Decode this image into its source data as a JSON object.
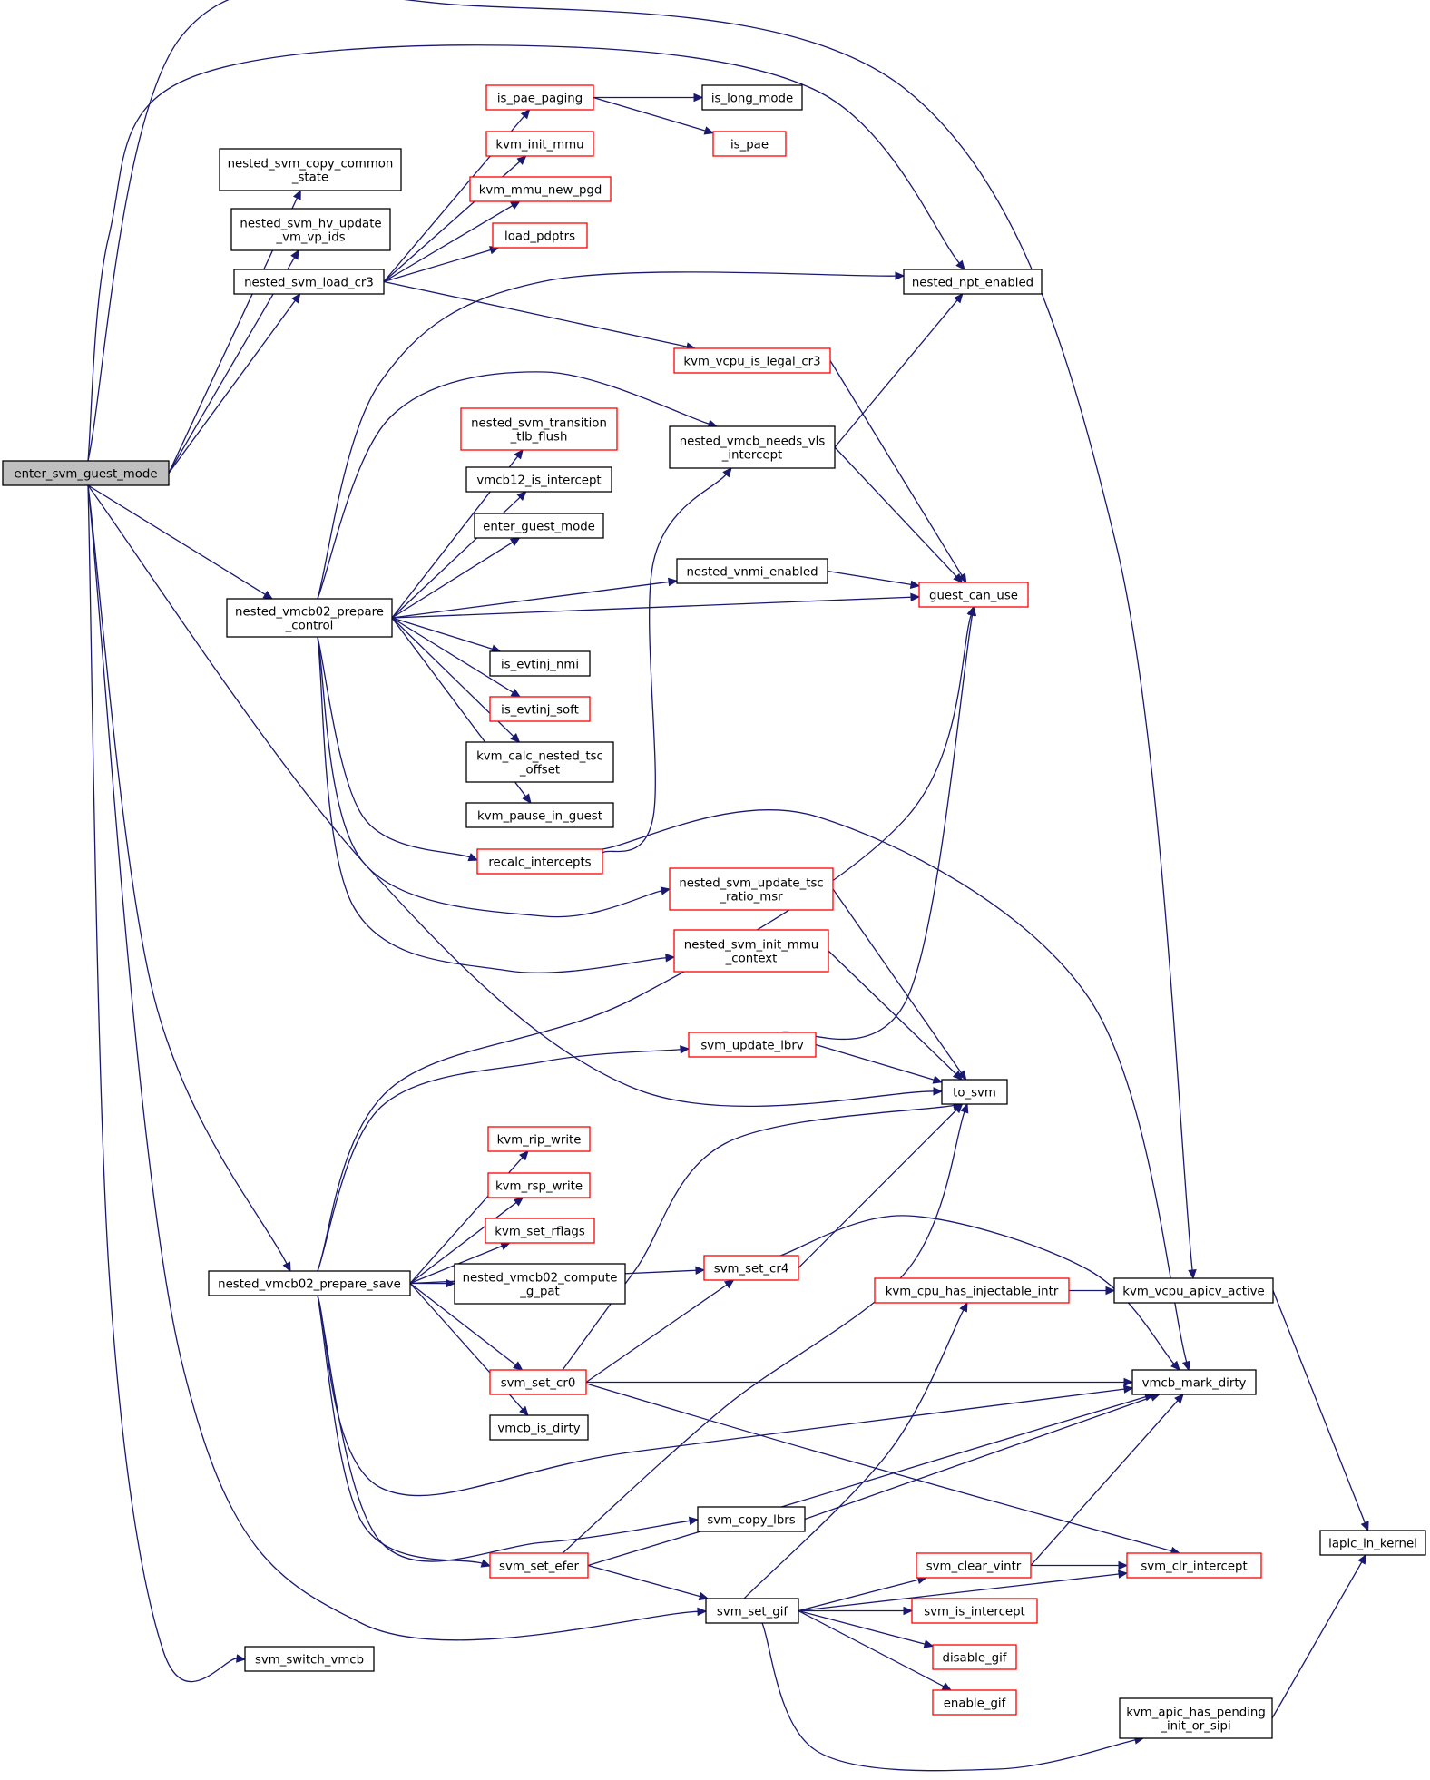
{
  "colors": {
    "edge": "#191970",
    "border_normal": "#000000",
    "border_truncated": "#ff0000",
    "root_fill": "#bfbfbf",
    "node_fill": "#ffffff"
  },
  "nodes": [
    {
      "id": "enter_svm_guest_mode",
      "lines": [
        "enter_svm_guest_mode"
      ],
      "kind": "root"
    },
    {
      "id": "nested_svm_copy_common_state",
      "lines": [
        "nested_svm_copy_common",
        "_state"
      ],
      "kind": "normal"
    },
    {
      "id": "nested_svm_hv_update_vm_vp_ids",
      "lines": [
        "nested_svm_hv_update",
        "_vm_vp_ids"
      ],
      "kind": "normal"
    },
    {
      "id": "nested_svm_load_cr3",
      "lines": [
        "nested_svm_load_cr3"
      ],
      "kind": "normal"
    },
    {
      "id": "nested_vmcb02_prepare_control",
      "lines": [
        "nested_vmcb02_prepare",
        "_control"
      ],
      "kind": "normal"
    },
    {
      "id": "nested_vmcb02_prepare_save",
      "lines": [
        "nested_vmcb02_prepare_save"
      ],
      "kind": "normal"
    },
    {
      "id": "svm_switch_vmcb",
      "lines": [
        "svm_switch_vmcb"
      ],
      "kind": "normal"
    },
    {
      "id": "is_pae_paging",
      "lines": [
        "is_pae_paging"
      ],
      "kind": "truncated"
    },
    {
      "id": "kvm_init_mmu",
      "lines": [
        "kvm_init_mmu"
      ],
      "kind": "truncated"
    },
    {
      "id": "kvm_mmu_new_pgd",
      "lines": [
        "kvm_mmu_new_pgd"
      ],
      "kind": "truncated"
    },
    {
      "id": "load_pdptrs",
      "lines": [
        "load_pdptrs"
      ],
      "kind": "truncated"
    },
    {
      "id": "is_long_mode",
      "lines": [
        "is_long_mode"
      ],
      "kind": "normal"
    },
    {
      "id": "is_pae",
      "lines": [
        "is_pae"
      ],
      "kind": "truncated"
    },
    {
      "id": "nested_npt_enabled",
      "lines": [
        "nested_npt_enabled"
      ],
      "kind": "normal"
    },
    {
      "id": "kvm_vcpu_is_legal_cr3",
      "lines": [
        "kvm_vcpu_is_legal_cr3"
      ],
      "kind": "truncated"
    },
    {
      "id": "nested_svm_transition_tlb_flush",
      "lines": [
        "nested_svm_transition",
        "_tlb_flush"
      ],
      "kind": "truncated"
    },
    {
      "id": "nested_vmcb_needs_vls_intercept",
      "lines": [
        "nested_vmcb_needs_vls",
        "_intercept"
      ],
      "kind": "normal"
    },
    {
      "id": "vmcb12_is_intercept",
      "lines": [
        "vmcb12_is_intercept"
      ],
      "kind": "normal"
    },
    {
      "id": "enter_guest_mode",
      "lines": [
        "enter_guest_mode"
      ],
      "kind": "normal"
    },
    {
      "id": "nested_vnmi_enabled",
      "lines": [
        "nested_vnmi_enabled"
      ],
      "kind": "normal"
    },
    {
      "id": "guest_can_use",
      "lines": [
        "guest_can_use"
      ],
      "kind": "truncated"
    },
    {
      "id": "is_evtinj_nmi",
      "lines": [
        "is_evtinj_nmi"
      ],
      "kind": "normal"
    },
    {
      "id": "is_evtinj_soft",
      "lines": [
        "is_evtinj_soft"
      ],
      "kind": "truncated"
    },
    {
      "id": "kvm_calc_nested_tsc_offset",
      "lines": [
        "kvm_calc_nested_tsc",
        "_offset"
      ],
      "kind": "normal"
    },
    {
      "id": "kvm_pause_in_guest",
      "lines": [
        "kvm_pause_in_guest"
      ],
      "kind": "normal"
    },
    {
      "id": "recalc_intercepts",
      "lines": [
        "recalc_intercepts"
      ],
      "kind": "truncated"
    },
    {
      "id": "nested_svm_update_tsc_ratio_msr",
      "lines": [
        "nested_svm_update_tsc",
        "_ratio_msr"
      ],
      "kind": "truncated"
    },
    {
      "id": "nested_svm_init_mmu_context",
      "lines": [
        "nested_svm_init_mmu",
        "_context"
      ],
      "kind": "truncated"
    },
    {
      "id": "svm_update_lbrv",
      "lines": [
        "svm_update_lbrv"
      ],
      "kind": "truncated"
    },
    {
      "id": "to_svm",
      "lines": [
        "to_svm"
      ],
      "kind": "normal"
    },
    {
      "id": "kvm_rip_write",
      "lines": [
        "kvm_rip_write"
      ],
      "kind": "truncated"
    },
    {
      "id": "kvm_rsp_write",
      "lines": [
        "kvm_rsp_write"
      ],
      "kind": "truncated"
    },
    {
      "id": "kvm_set_rflags",
      "lines": [
        "kvm_set_rflags"
      ],
      "kind": "truncated"
    },
    {
      "id": "nested_vmcb02_compute_g_pat",
      "lines": [
        "nested_vmcb02_compute",
        "_g_pat"
      ],
      "kind": "normal"
    },
    {
      "id": "svm_set_cr4",
      "lines": [
        "svm_set_cr4"
      ],
      "kind": "truncated"
    },
    {
      "id": "kvm_cpu_has_injectable_intr",
      "lines": [
        "kvm_cpu_has_injectable_intr"
      ],
      "kind": "truncated"
    },
    {
      "id": "kvm_vcpu_apicv_active",
      "lines": [
        "kvm_vcpu_apicv_active"
      ],
      "kind": "normal"
    },
    {
      "id": "svm_set_cr0",
      "lines": [
        "svm_set_cr0"
      ],
      "kind": "truncated"
    },
    {
      "id": "vmcb_mark_dirty",
      "lines": [
        "vmcb_mark_dirty"
      ],
      "kind": "normal"
    },
    {
      "id": "vmcb_is_dirty",
      "lines": [
        "vmcb_is_dirty"
      ],
      "kind": "normal"
    },
    {
      "id": "svm_copy_lbrs",
      "lines": [
        "svm_copy_lbrs"
      ],
      "kind": "normal"
    },
    {
      "id": "lapic_in_kernel",
      "lines": [
        "lapic_in_kernel"
      ],
      "kind": "normal"
    },
    {
      "id": "svm_set_efer",
      "lines": [
        "svm_set_efer"
      ],
      "kind": "truncated"
    },
    {
      "id": "svm_clear_vintr",
      "lines": [
        "svm_clear_vintr"
      ],
      "kind": "truncated"
    },
    {
      "id": "svm_clr_intercept",
      "lines": [
        "svm_clr_intercept"
      ],
      "kind": "truncated"
    },
    {
      "id": "svm_set_gif",
      "lines": [
        "svm_set_gif"
      ],
      "kind": "normal"
    },
    {
      "id": "svm_is_intercept",
      "lines": [
        "svm_is_intercept"
      ],
      "kind": "truncated"
    },
    {
      "id": "disable_gif",
      "lines": [
        "disable_gif"
      ],
      "kind": "truncated"
    },
    {
      "id": "enable_gif",
      "lines": [
        "enable_gif"
      ],
      "kind": "truncated"
    },
    {
      "id": "kvm_apic_has_pending_init_or_sipi",
      "lines": [
        "kvm_apic_has_pending",
        "_init_or_sipi"
      ],
      "kind": "normal"
    }
  ],
  "edges": [
    [
      "enter_svm_guest_mode",
      "nested_svm_copy_common_state"
    ],
    [
      "enter_svm_guest_mode",
      "nested_svm_hv_update_vm_vp_ids"
    ],
    [
      "enter_svm_guest_mode",
      "nested_svm_load_cr3"
    ],
    [
      "enter_svm_guest_mode",
      "nested_vmcb02_prepare_control"
    ],
    [
      "enter_svm_guest_mode",
      "nested_vmcb02_prepare_save"
    ],
    [
      "enter_svm_guest_mode",
      "svm_switch_vmcb"
    ],
    [
      "enter_svm_guest_mode",
      "nested_npt_enabled"
    ],
    [
      "enter_svm_guest_mode",
      "kvm_vcpu_apicv_active"
    ],
    [
      "enter_svm_guest_mode",
      "to_svm"
    ],
    [
      "enter_svm_guest_mode",
      "svm_set_gif"
    ],
    [
      "nested_svm_load_cr3",
      "is_pae_paging"
    ],
    [
      "nested_svm_load_cr3",
      "kvm_init_mmu"
    ],
    [
      "nested_svm_load_cr3",
      "kvm_mmu_new_pgd"
    ],
    [
      "nested_svm_load_cr3",
      "load_pdptrs"
    ],
    [
      "nested_svm_load_cr3",
      "kvm_vcpu_is_legal_cr3"
    ],
    [
      "is_pae_paging",
      "is_long_mode"
    ],
    [
      "is_pae_paging",
      "is_pae"
    ],
    [
      "kvm_vcpu_is_legal_cr3",
      "guest_can_use"
    ],
    [
      "nested_vmcb02_prepare_control",
      "nested_npt_enabled"
    ],
    [
      "nested_vmcb02_prepare_control",
      "nested_vmcb_needs_vls_intercept"
    ],
    [
      "nested_vmcb02_prepare_control",
      "nested_svm_transition_tlb_flush"
    ],
    [
      "nested_vmcb02_prepare_control",
      "vmcb12_is_intercept"
    ],
    [
      "nested_vmcb02_prepare_control",
      "enter_guest_mode"
    ],
    [
      "nested_vmcb02_prepare_control",
      "nested_vnmi_enabled"
    ],
    [
      "nested_vmcb02_prepare_control",
      "guest_can_use"
    ],
    [
      "nested_vmcb02_prepare_control",
      "is_evtinj_nmi"
    ],
    [
      "nested_vmcb02_prepare_control",
      "is_evtinj_soft"
    ],
    [
      "nested_vmcb02_prepare_control",
      "kvm_calc_nested_tsc_offset"
    ],
    [
      "nested_vmcb02_prepare_control",
      "kvm_pause_in_guest"
    ],
    [
      "nested_vmcb02_prepare_control",
      "recalc_intercepts"
    ],
    [
      "nested_vmcb02_prepare_control",
      "nested_svm_update_tsc_ratio_msr"
    ],
    [
      "nested_vmcb02_prepare_control",
      "nested_svm_init_mmu_context"
    ],
    [
      "nested_vmcb_needs_vls_intercept",
      "nested_npt_enabled"
    ],
    [
      "nested_vmcb_needs_vls_intercept",
      "guest_can_use"
    ],
    [
      "nested_vnmi_enabled",
      "guest_can_use"
    ],
    [
      "recalc_intercepts",
      "nested_vmcb_needs_vls_intercept"
    ],
    [
      "recalc_intercepts",
      "vmcb_mark_dirty"
    ],
    [
      "nested_svm_update_tsc_ratio_msr",
      "to_svm"
    ],
    [
      "nested_svm_init_mmu_context",
      "to_svm"
    ],
    [
      "nested_vmcb02_prepare_save",
      "guest_can_use"
    ],
    [
      "nested_vmcb02_prepare_save",
      "svm_update_lbrv"
    ],
    [
      "nested_vmcb02_prepare_save",
      "kvm_rip_write"
    ],
    [
      "nested_vmcb02_prepare_save",
      "kvm_rsp_write"
    ],
    [
      "nested_vmcb02_prepare_save",
      "kvm_set_rflags"
    ],
    [
      "nested_vmcb02_prepare_save",
      "nested_vmcb02_compute_g_pat"
    ],
    [
      "nested_vmcb02_prepare_save",
      "svm_set_cr4"
    ],
    [
      "nested_vmcb02_prepare_save",
      "svm_set_cr0"
    ],
    [
      "nested_vmcb02_prepare_save",
      "vmcb_is_dirty"
    ],
    [
      "nested_vmcb02_prepare_save",
      "vmcb_mark_dirty"
    ],
    [
      "nested_vmcb02_prepare_save",
      "svm_copy_lbrs"
    ],
    [
      "nested_vmcb02_prepare_save",
      "svm_set_efer"
    ],
    [
      "svm_update_lbrv",
      "guest_can_use"
    ],
    [
      "svm_update_lbrv",
      "to_svm"
    ],
    [
      "svm_set_cr4",
      "to_svm"
    ],
    [
      "svm_set_cr4",
      "vmcb_mark_dirty"
    ],
    [
      "svm_set_cr0",
      "to_svm"
    ],
    [
      "svm_set_cr0",
      "svm_set_cr4"
    ],
    [
      "svm_set_cr0",
      "vmcb_mark_dirty"
    ],
    [
      "svm_set_cr0",
      "svm_clr_intercept"
    ],
    [
      "svm_copy_lbrs",
      "vmcb_mark_dirty"
    ],
    [
      "svm_set_efer",
      "to_svm"
    ],
    [
      "svm_set_efer",
      "vmcb_mark_dirty"
    ],
    [
      "svm_set_efer",
      "svm_set_gif"
    ],
    [
      "kvm_cpu_has_injectable_intr",
      "kvm_vcpu_apicv_active"
    ],
    [
      "kvm_vcpu_apicv_active",
      "lapic_in_kernel"
    ],
    [
      "svm_set_gif",
      "kvm_cpu_has_injectable_intr"
    ],
    [
      "svm_set_gif",
      "svm_clear_vintr"
    ],
    [
      "svm_set_gif",
      "svm_is_intercept"
    ],
    [
      "svm_set_gif",
      "disable_gif"
    ],
    [
      "svm_set_gif",
      "enable_gif"
    ],
    [
      "svm_set_gif",
      "kvm_apic_has_pending_init_or_sipi"
    ],
    [
      "svm_set_gif",
      "svm_clr_intercept"
    ],
    [
      "svm_clear_vintr",
      "svm_clr_intercept"
    ],
    [
      "svm_clear_vintr",
      "vmcb_mark_dirty"
    ],
    [
      "kvm_apic_has_pending_init_or_sipi",
      "lapic_in_kernel"
    ]
  ]
}
